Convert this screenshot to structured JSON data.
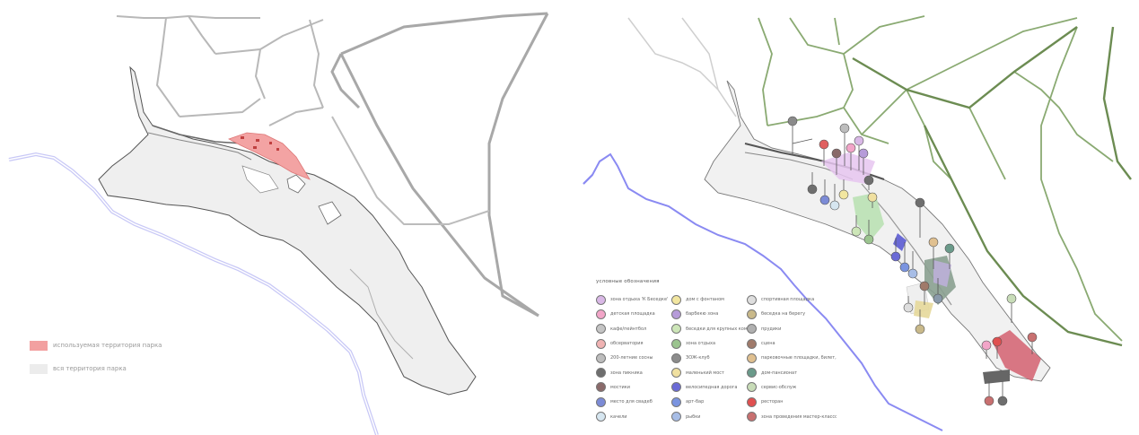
{
  "left_legend": {
    "items": [
      {
        "label": "используемая территория парка",
        "color": "#f2a0a0"
      },
      {
        "label": "вся территория парка",
        "color": "#ececec"
      }
    ]
  },
  "right_legend": {
    "title": "условные обозначения",
    "columns": [
      [
        {
          "label": "зона отдыха 'К Беседке'",
          "color": "#d9b8e6"
        },
        {
          "label": "детская площадка",
          "color": "#f2a5c8"
        },
        {
          "label": "кафе/пейнтбол",
          "color": "#c4c4c4"
        },
        {
          "label": "обсерватория",
          "color": "#f0b3b3"
        },
        {
          "label": "200-летние сосны",
          "color": "#bdbdbd"
        },
        {
          "label": "зона пикника",
          "color": "#6e6e6e"
        },
        {
          "label": "мостики",
          "color": "#8a6a6a"
        },
        {
          "label": "место для свадеб",
          "color": "#7c8bd6"
        },
        {
          "label": "качели",
          "color": "#d6e6f0"
        }
      ],
      [
        {
          "label": "дом с фонтаном",
          "color": "#f2e6a0"
        },
        {
          "label": "барбекю зона",
          "color": "#b69bd9"
        },
        {
          "label": "беседки для крупных компаний",
          "color": "#cde6b8"
        },
        {
          "label": "зона отдыха",
          "color": "#9bc48f"
        },
        {
          "label": "ЗОЖ-клуб",
          "color": "#8c8c8c"
        },
        {
          "label": "маленький мост",
          "color": "#f0e0a0"
        },
        {
          "label": "велосипедная дорога",
          "color": "#6a6ad6"
        },
        {
          "label": "арт-бар",
          "color": "#7a94e0"
        },
        {
          "label": "рыбки",
          "color": "#a7bde6"
        }
      ],
      [
        {
          "label": "спортивная площадка",
          "color": "#dedede"
        },
        {
          "label": "беседка на берегу",
          "color": "#c9b98a"
        },
        {
          "label": "прудики",
          "color": "#b0b0b0"
        },
        {
          "label": "сцена",
          "color": "#a07a6a"
        },
        {
          "label": "парковочные площадки, билет, вход",
          "color": "#e0c090"
        },
        {
          "label": "дом-пансионат",
          "color": "#6a9a8a"
        },
        {
          "label": "сервис-обслуж",
          "color": "#c8dcb8"
        },
        {
          "label": "ресторан",
          "color": "#e05050"
        },
        {
          "label": "зона проведения мастер-классов",
          "color": "#c87070"
        }
      ]
    ]
  }
}
